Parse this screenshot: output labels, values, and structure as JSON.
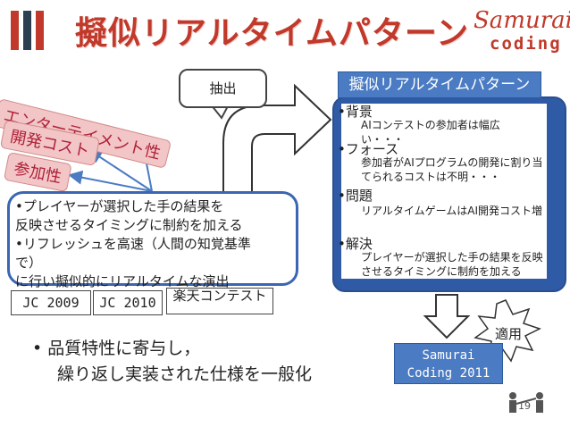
{
  "header": {
    "title": "擬似リアルタイムパターン",
    "logo_line1": "Samurai",
    "logo_line2": "coding",
    "bar_colors": [
      "#c0392b",
      "#2c3e50",
      "#c0392b"
    ]
  },
  "callout": {
    "text": "抽出"
  },
  "pink_labels": {
    "entertainment": "エンターテイメント性",
    "dev_cost": "開発コスト",
    "participation": "参加性"
  },
  "blue_box": {
    "lines": [
      "•プレイヤーが選択した手の結果を",
      " 反映させるタイミングに制約を加える",
      "•リフレッシュを高速（人間の知覚基準",
      "で）",
      " に行い擬似的にリアルタイムな演出"
    ]
  },
  "contests": {
    "jc2009": "JC 2009",
    "jc2010": "JC 2010",
    "rakuten": "楽天コンテスト"
  },
  "panel": {
    "title": "擬似リアルタイムパターン",
    "sections": [
      {
        "heading": "•背景",
        "text": "AIコンテストの参加者は幅広い・・・"
      },
      {
        "heading": "•フォース",
        "text": "参加者がAIプログラムの開発に割り当てられるコストは不明・・・"
      },
      {
        "heading": "•問題",
        "text": "リアルタイムゲームはAI開発コスト増"
      },
      {
        "heading": "•解決",
        "text": "プレイヤーが選択した手の結果を反映させるタイミングに制約を加える"
      }
    ]
  },
  "bottom_bullet": {
    "line1": "• 品質特性に寄与し，",
    "line2": "繰り返し実装された仕様を一般化"
  },
  "samurai_box": {
    "line1": "Samurai",
    "line2": "Coding 2011"
  },
  "apply": {
    "label": "適用"
  },
  "page_number": "19"
}
